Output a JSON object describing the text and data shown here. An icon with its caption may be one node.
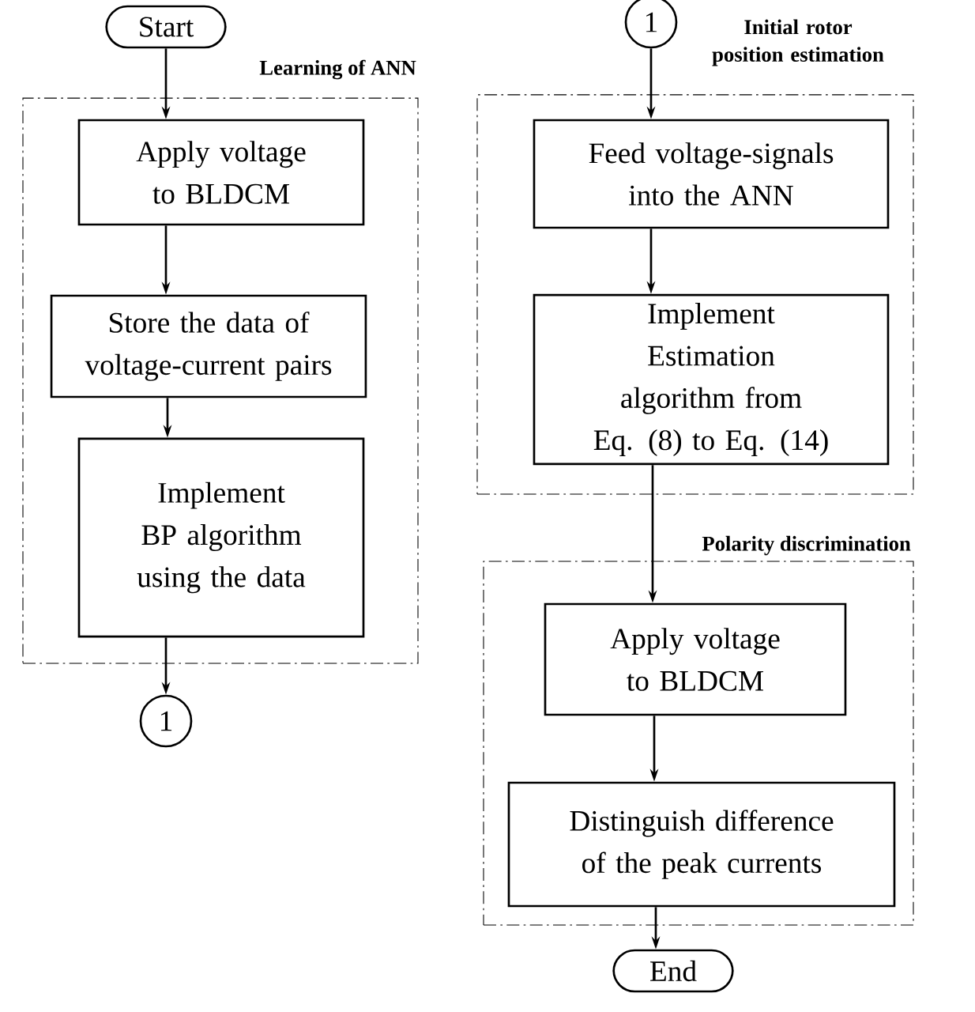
{
  "diagram": {
    "nodes": [
      {
        "text": [
          "Start"
        ]
      },
      {
        "text": [
          "Learning of ANN"
        ]
      },
      {
        "text": [
          "Apply voltage to BLDCM"
        ],
        "in": 1
      },
      {
        "text": [
          "Store the data of voltage-current pairs"
        ],
        "in": 1
      },
      {
        "text": [
          "Implement BP algorithm using the data"
        ],
        "in": 1
      },
      {
        "text": [
          "1"
        ]
      },
      {
        "text": [
          "1"
        ]
      },
      {
        "text": [
          "Initial rotor position estimation"
        ]
      },
      {
        "text": [
          "Feed voltage-signals into the ANN"
        ],
        "in": 7
      },
      {
        "text": [
          "Implement Estimation algorithm from Eq. (8) to Eq. (14)"
        ],
        "in": 7
      },
      {
        "text": [
          "Polarity discrimination"
        ]
      },
      {
        "text": [
          "Apply voltage to BLDCM"
        ],
        "in": 10
      },
      {
        "text": [
          "Distinguish difference of the peak currents"
        ],
        "in": 10
      },
      {
        "text": [
          "End"
        ]
      }
    ],
    "edges": [
      {
        "from": 0,
        "to": 2,
        "arrow": "to"
      },
      {
        "from": 2,
        "to": 3,
        "arrow": "to"
      },
      {
        "from": 3,
        "to": 4,
        "arrow": "to"
      },
      {
        "from": 4,
        "to": 5,
        "arrow": "to"
      },
      {
        "from": 6,
        "to": 8,
        "arrow": "to"
      },
      {
        "from": 8,
        "to": 9,
        "arrow": "to"
      },
      {
        "from": 9,
        "to": 11,
        "arrow": "to"
      },
      {
        "from": 11,
        "to": 12,
        "arrow": "to"
      },
      {
        "from": 12,
        "to": 13,
        "arrow": "to"
      }
    ]
  }
}
